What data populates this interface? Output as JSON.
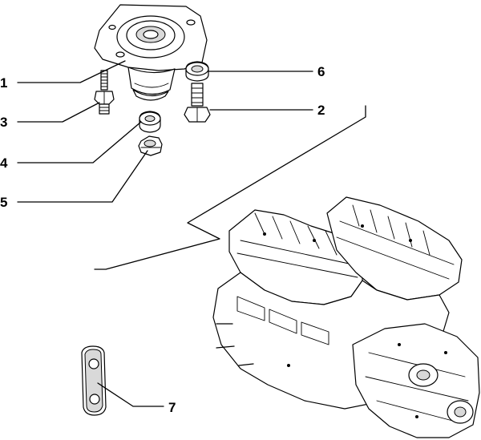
{
  "colors": {
    "ink": "#000000",
    "paper": "#ffffff",
    "shade": "#d9d9d9"
  },
  "callouts": [
    {
      "id": "1",
      "label": "1"
    },
    {
      "id": "2",
      "label": "2"
    },
    {
      "id": "3",
      "label": "3"
    },
    {
      "id": "4",
      "label": "4"
    },
    {
      "id": "5",
      "label": "5"
    },
    {
      "id": "6",
      "label": "6"
    },
    {
      "id": "7",
      "label": "7"
    }
  ]
}
